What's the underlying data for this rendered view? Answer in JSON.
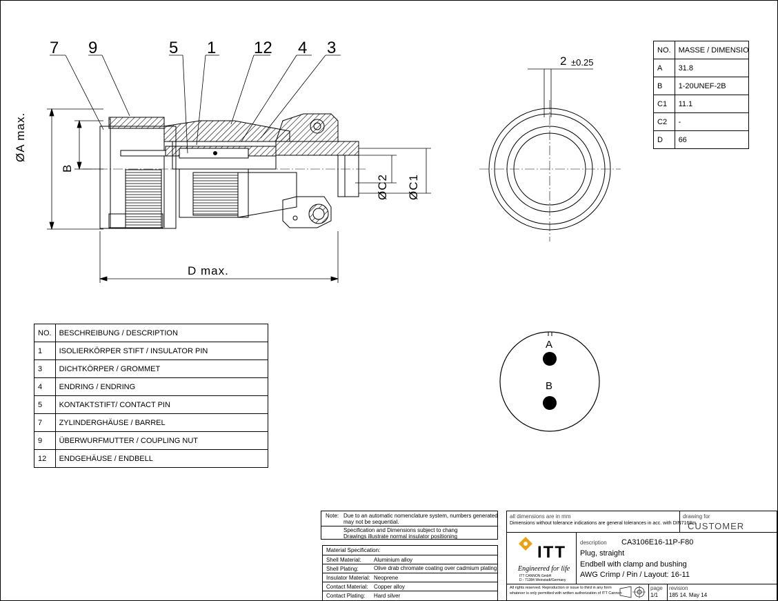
{
  "callouts": [
    "7",
    "9",
    "5",
    "1",
    "12",
    "4",
    "3"
  ],
  "dim_labels": {
    "a_max": "ØA max.",
    "b": "B",
    "c2": "ØC2",
    "c1": "ØC1",
    "d_max": "D max.",
    "gap": "2",
    "gap_tol": "±0.25"
  },
  "face_labels": {
    "a": "A",
    "b": "B"
  },
  "dim_table": {
    "header": {
      "no": "NO.",
      "label": "MASSE / DIMENSION"
    },
    "rows": [
      {
        "no": "A",
        "value": "31.8"
      },
      {
        "no": "B",
        "value": "1-20UNEF-2B"
      },
      {
        "no": "C1",
        "value": "11.1"
      },
      {
        "no": "C2",
        "value": "-"
      },
      {
        "no": "D",
        "value": "66"
      }
    ]
  },
  "desc_table": {
    "header": {
      "no": "NO.",
      "label": "BESCHREIBUNG / DESCRIPTION"
    },
    "rows": [
      {
        "no": "1",
        "value": "ISOLIERKÖRPER STIFT / INSULATOR PIN"
      },
      {
        "no": "3",
        "value": "DICHTKÖRPER / GROMMET"
      },
      {
        "no": "4",
        "value": "ENDRING / ENDRING"
      },
      {
        "no": "5",
        "value": "KONTAKTSTIFT/ CONTACT PIN"
      },
      {
        "no": "7",
        "value": "ZYLINDERGHÄUSE / BARREL"
      },
      {
        "no": "9",
        "value": "ÜBERWURFMUTTER / COUPLING NUT"
      },
      {
        "no": "12",
        "value": "ENDGEHÄUSE / ENDBELL"
      }
    ]
  },
  "notes": {
    "label": "Note:",
    "line1": "Due to an automatic nomenclature system, numbers generated",
    "line2": "may not be sequential.",
    "line3": "Specification and Dimensions subject to chang",
    "line4": "Drawings illustrate normal insulator positioning"
  },
  "material": {
    "title": "Material Specification:",
    "rows": [
      {
        "label": "Shell Material:",
        "value": "Aluminium alloy"
      },
      {
        "label": "Shell Plating:",
        "value": "Olive drab chromate coating over cadmium plating"
      },
      {
        "label": "Insulator Material:",
        "value": "Neoprene"
      },
      {
        "label": "Contact Material:",
        "value": "Copper alloy"
      },
      {
        "label": "Contact Plating:",
        "value": "Hard silver"
      }
    ]
  },
  "title_block": {
    "units": "all dimensions are in mm",
    "tolerance": "Dimensions without tolerance indications are general tolerances in acc. with DIN7168m",
    "drawing_for_label": "drawing for",
    "customer": "CUSTOMER",
    "logo": "ITT",
    "tagline": "Engineered for life",
    "company1": "ITT CANNON GmbH",
    "company2": "D - 71384 Weinstadt/Germany",
    "description_label": "description",
    "part_number": "CA3106E16-11P-F80",
    "desc1": "Plug, straight",
    "desc2": "Endbell with clamp and bushing",
    "desc3": "AWG Crimp / Pin / Layout: 16-11",
    "rights1": "All rights reserved. Reproduction or issue to third in any form",
    "rights2": "whatever is only permitted with written authorization of ITT Cannon",
    "page_label": "page",
    "page": "1/1",
    "revision_label": "revision",
    "revision": "185 14. May 14"
  },
  "colors": {
    "line": "#000000",
    "logo_gold": "#e8a317"
  }
}
